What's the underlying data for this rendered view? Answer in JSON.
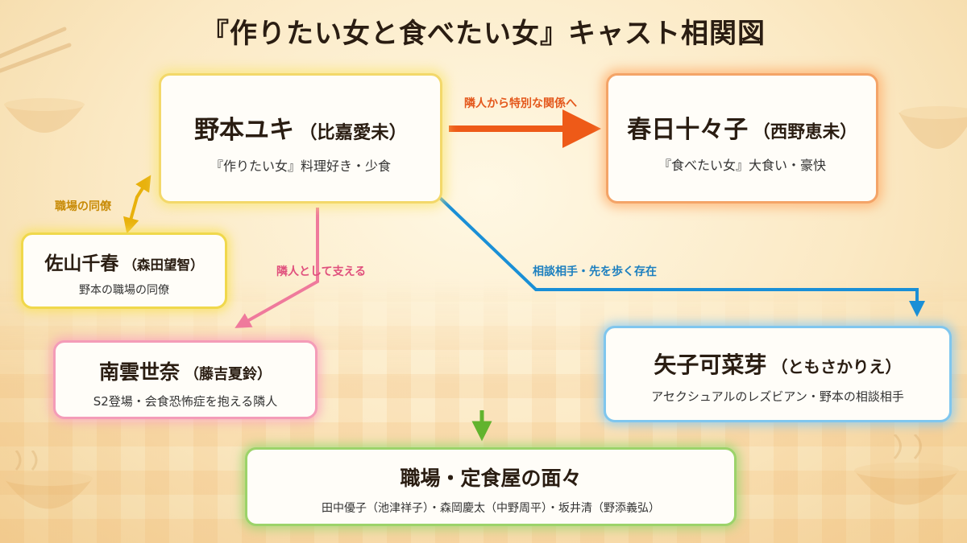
{
  "title": "『作りたい女と食べたい女』キャスト相関図",
  "nodes": {
    "nomoto": {
      "name": "野本ユキ",
      "actor": "（比嘉愛未）",
      "desc": "『作りたい女』料理好き・少食"
    },
    "kasuga": {
      "name": "春日十々子",
      "actor": "（西野恵未）",
      "desc": "『食べたい女』大食い・豪快"
    },
    "sayama": {
      "name": "佐山千春",
      "actor": "（森田望智）",
      "desc": "野本の職場の同僚"
    },
    "minami": {
      "name": "南雲世奈",
      "actor": "（藤吉夏鈴）",
      "desc": "S2登場・会食恐怖症を抱える隣人"
    },
    "yako": {
      "name": "矢子可菜芽",
      "actor": "（ともさかりえ）",
      "desc": "アセクシュアルのレズビアン・野本の相談相手"
    },
    "shokuba": {
      "name": "職場・定食屋の面々",
      "desc": "田中優子（池津祥子）・森岡慶太（中野周平）・坂井清（野添義弘）"
    }
  },
  "edges": {
    "rinjin_tokubetsu": {
      "label": "隣人から特別な関係へ",
      "color": "#ee5a18"
    },
    "dou": {
      "label": "職場の同僚",
      "color": "#e8b10c"
    },
    "sasaeru": {
      "label": "隣人として支える",
      "color": "#ef7a9c"
    },
    "soudan": {
      "label": "相談相手・先を歩く存在",
      "color": "#1a8fd6"
    },
    "shokuba_link": {
      "color": "#62b32e"
    }
  }
}
